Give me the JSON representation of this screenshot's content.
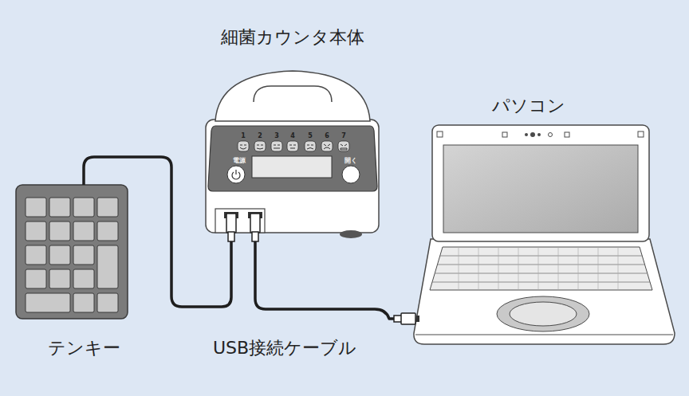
{
  "diagram": {
    "nodes": [
      {
        "text": [
          "細菌カウンタ本体"
        ]
      },
      {
        "text": [
          "テンキー"
        ]
      },
      {
        "text": [
          "パソコン"
        ]
      }
    ],
    "edges": [
      {
        "from": 1,
        "to": 0,
        "arrow": "none"
      },
      {
        "from": 0,
        "to": 2,
        "arrow": "none"
      }
    ],
    "labels": [
      "1",
      "2",
      "3",
      "4",
      "5",
      "6",
      "7",
      "電源",
      "開く",
      "USB接続ケーブル"
    ]
  }
}
